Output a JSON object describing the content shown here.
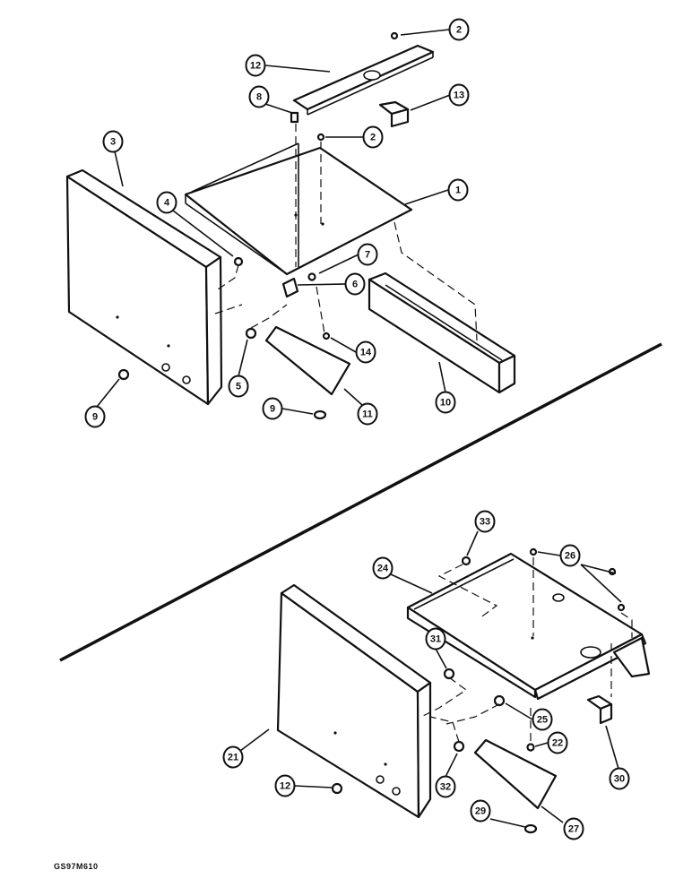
{
  "figure": {
    "code": "GS97M610"
  },
  "callouts": [
    "2",
    "12",
    "8",
    "13",
    "2",
    "3",
    "1",
    "4",
    "7",
    "6",
    "14",
    "5",
    "10",
    "9",
    "9",
    "11",
    "33",
    "26",
    "24",
    "31",
    "25",
    "22",
    "21",
    "30",
    "12",
    "32",
    "29",
    "27"
  ]
}
